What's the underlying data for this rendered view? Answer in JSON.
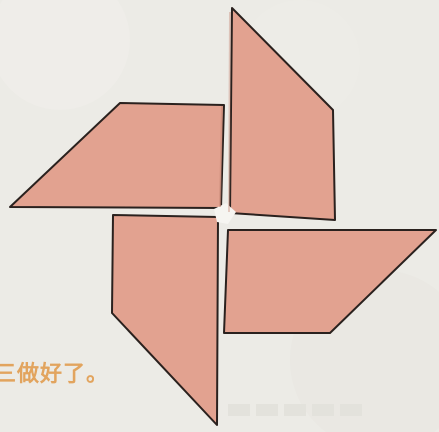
{
  "page": {
    "background_color": "#ecebe6"
  },
  "illustration": {
    "subject": "paper-pinwheel",
    "blade_color": "#e2a290",
    "outline_color": "#2a211e",
    "blade_count": 4
  },
  "caption": {
    "text": "三做好了。",
    "color": "#e2a45e"
  }
}
